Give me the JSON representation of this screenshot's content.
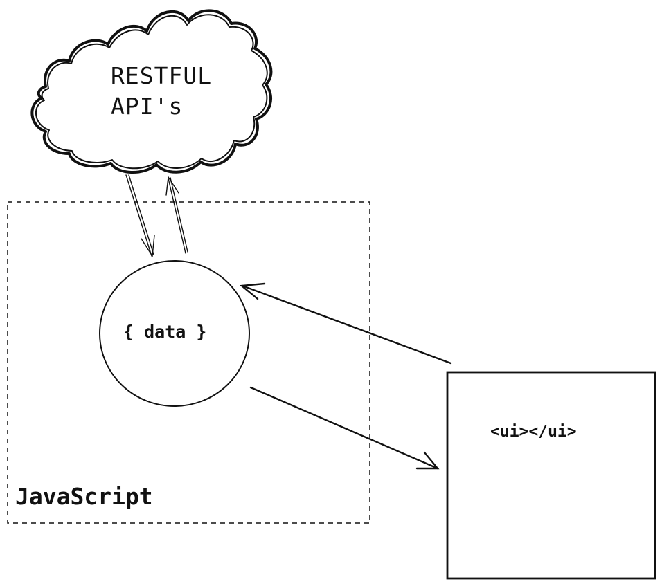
{
  "cloud": {
    "line1": "RESTFUL",
    "line2": "API's"
  },
  "data_node": {
    "label": "{ data }"
  },
  "ui_node": {
    "label": "<ui></ui>"
  },
  "container": {
    "label": "JavaScript"
  },
  "colors": {
    "stroke": "#111111",
    "background": "#ffffff"
  }
}
